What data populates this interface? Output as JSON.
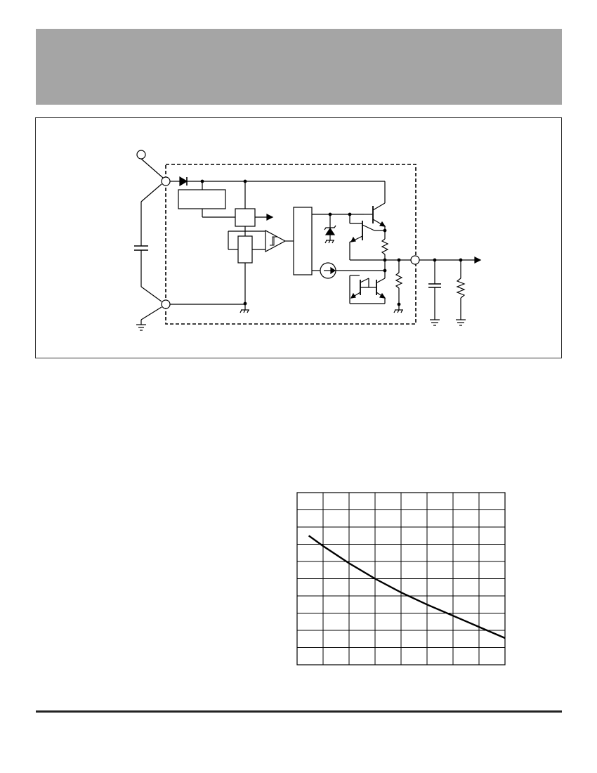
{
  "header": {
    "title": ""
  },
  "schematic": {
    "caption": ""
  },
  "chart_data": {
    "type": "line",
    "title": "",
    "xlabel": "",
    "ylabel": "",
    "x_divisions": 8,
    "y_divisions": 10,
    "grid": true,
    "series": [
      {
        "points": [
          [
            0.45,
            7.5
          ],
          [
            1.0,
            6.9
          ],
          [
            2.0,
            5.9
          ],
          [
            3.0,
            5.0
          ],
          [
            4.0,
            4.2
          ],
          [
            5.0,
            3.5
          ],
          [
            6.0,
            2.85
          ],
          [
            7.0,
            2.2
          ],
          [
            8.0,
            1.55
          ]
        ]
      }
    ],
    "colors": {
      "line": "#000000",
      "grid": "#000000"
    }
  },
  "footer": {
    "text": ""
  }
}
